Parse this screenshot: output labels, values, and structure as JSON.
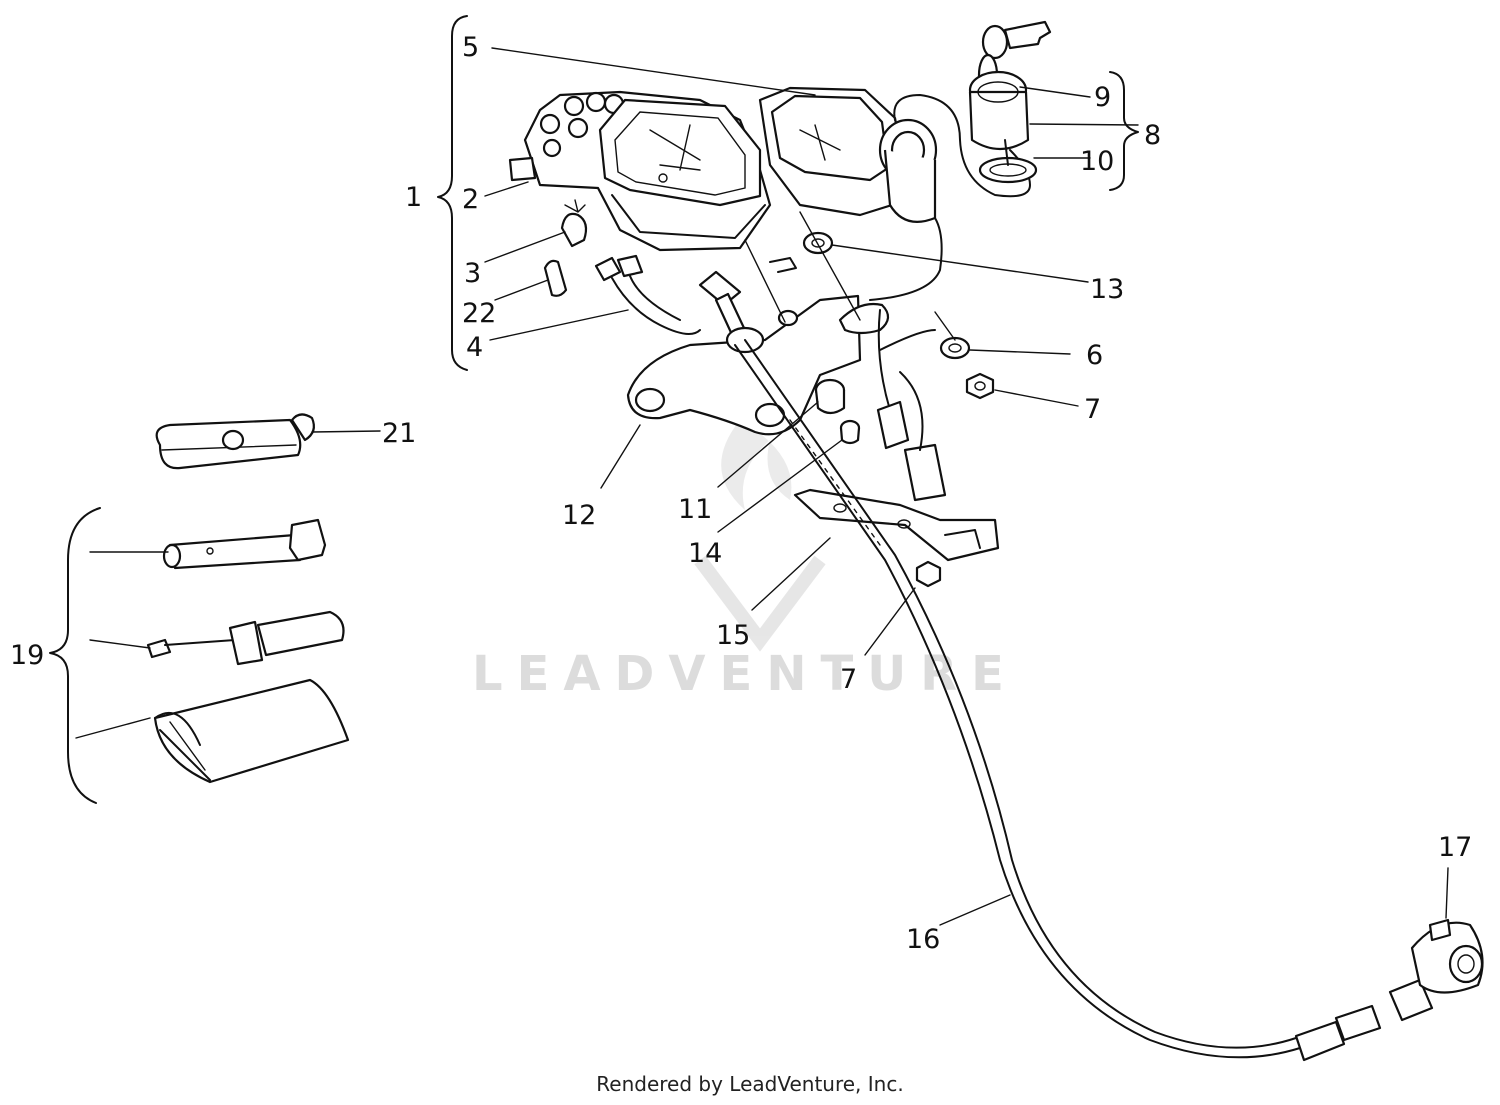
{
  "watermark": {
    "text": "LEADVENTURE"
  },
  "footer": {
    "credit": "Rendered by LeadVenture, Inc."
  },
  "callouts": {
    "c1": "1",
    "c2": "2",
    "c3": "3",
    "c4": "4",
    "c5": "5",
    "c6": "6",
    "c7a": "7",
    "c7b": "7",
    "c8": "8",
    "c9": "9",
    "c10": "10",
    "c11": "11",
    "c12": "12",
    "c13": "13",
    "c14": "14",
    "c15": "15",
    "c16": "16",
    "c17": "17",
    "c19": "19",
    "c21": "21",
    "c22": "22"
  }
}
